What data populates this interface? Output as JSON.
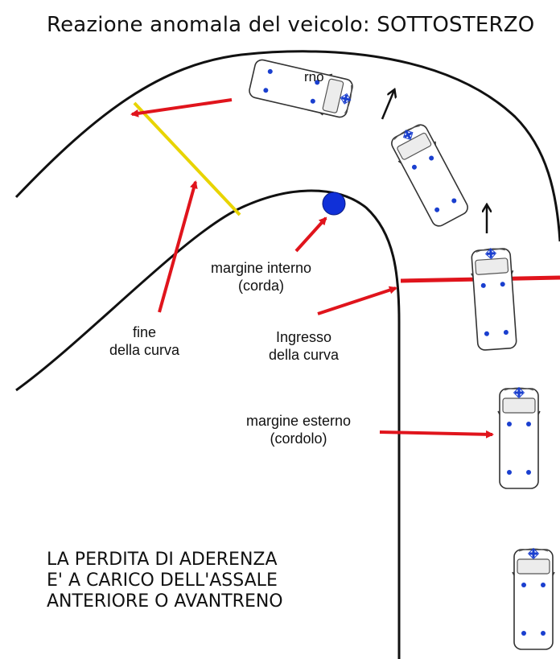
{
  "title": "Reazione anomala del veicolo: SOTTOSTERZO",
  "labels": {
    "inner_margin": [
      "margine interno",
      "(corda)"
    ],
    "end_of_curve": [
      "fine",
      "della curva"
    ],
    "curve_entry": [
      "Ingresso",
      "della curva"
    ],
    "outer_margin": [
      "margine esterno",
      "(cordolo)"
    ],
    "partial_outer_text": "rno"
  },
  "note_lines": [
    "LA PERDITA DI ADERENZA",
    "E' A CARICO DELL'ASSALE",
    "ANTERIORE O AVANTRENO"
  ],
  "colors": {
    "arrow": "#e0141c",
    "road_line": "#111111",
    "end_line": "#e8d400",
    "apex_dot": "#1030d8",
    "vehicle_dot": "#1a3fcf",
    "entry_line": "#e0141c"
  },
  "vehicle_icon": "ambulance-icon",
  "vehicle_count": 5
}
